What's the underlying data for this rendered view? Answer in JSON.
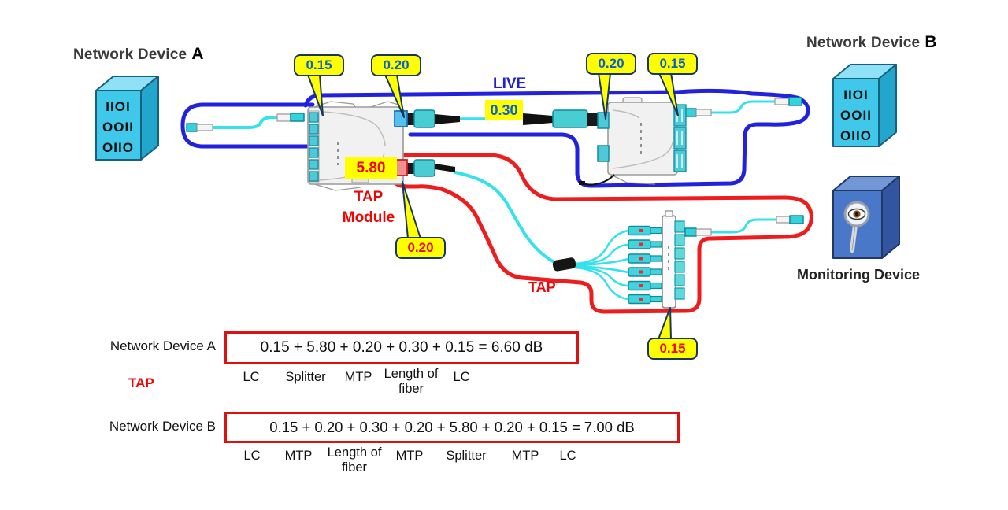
{
  "devices": {
    "a": {
      "label_prefix": "Network Device",
      "label_suffix": "A"
    },
    "b": {
      "label_prefix": "Network Device",
      "label_suffix": "B"
    },
    "monitoring": {
      "label": "Monitoring Device"
    },
    "screen_lines": [
      "IIOI",
      "OOII",
      "OIIO"
    ]
  },
  "paths": {
    "live_label": "LIVE",
    "tap_label": "TAP",
    "tap_module_line1": "TAP",
    "tap_module_line2": "Module"
  },
  "losses": {
    "callouts": [
      {
        "value": "0.15",
        "style": "blue",
        "points_to": "tap-module-left-lc-ports"
      },
      {
        "value": "0.20",
        "style": "blue",
        "points_to": "tap-module-live-mtp-port"
      },
      {
        "value": "0.20",
        "style": "blue",
        "points_to": "cassette-b-left-mtp-port"
      },
      {
        "value": "0.15",
        "style": "blue",
        "points_to": "cassette-b-right-lc-ports"
      },
      {
        "value": "0.20",
        "style": "red",
        "points_to": "tap-module-tap-mtp-port"
      },
      {
        "value": "0.15",
        "style": "red",
        "points_to": "breakout-panel"
      }
    ],
    "splitter_loss": "5.80",
    "live_fiber_loss": "0.30"
  },
  "formulas": {
    "a": {
      "device": "Network Device A",
      "equation": "0.15 + 5.80 + 0.20 + 0.30 + 0.15 = 6.60 dB",
      "tag": "TAP",
      "components": [
        "LC",
        "Splitter",
        "MTP",
        "Length of fiber",
        "LC"
      ]
    },
    "b": {
      "device": "Network Device B",
      "equation": "0.15 + 0.20 + 0.30 + 0.20 + 5.80 + 0.20 + 0.15 = 7.00 dB",
      "components": [
        "LC",
        "MTP",
        "Length of fiber",
        "MTP",
        "Splitter",
        "MTP",
        "LC"
      ]
    }
  },
  "colors": {
    "live_path": "#2121de",
    "tap_path": "#ee1c1c",
    "fiber": "#35e2ec",
    "callout_bg": "#ffff00",
    "callout_border": "#17375e",
    "blue_text": "#0a62c8",
    "red_text": "#f00505",
    "formula_box_border": "#e01010"
  }
}
